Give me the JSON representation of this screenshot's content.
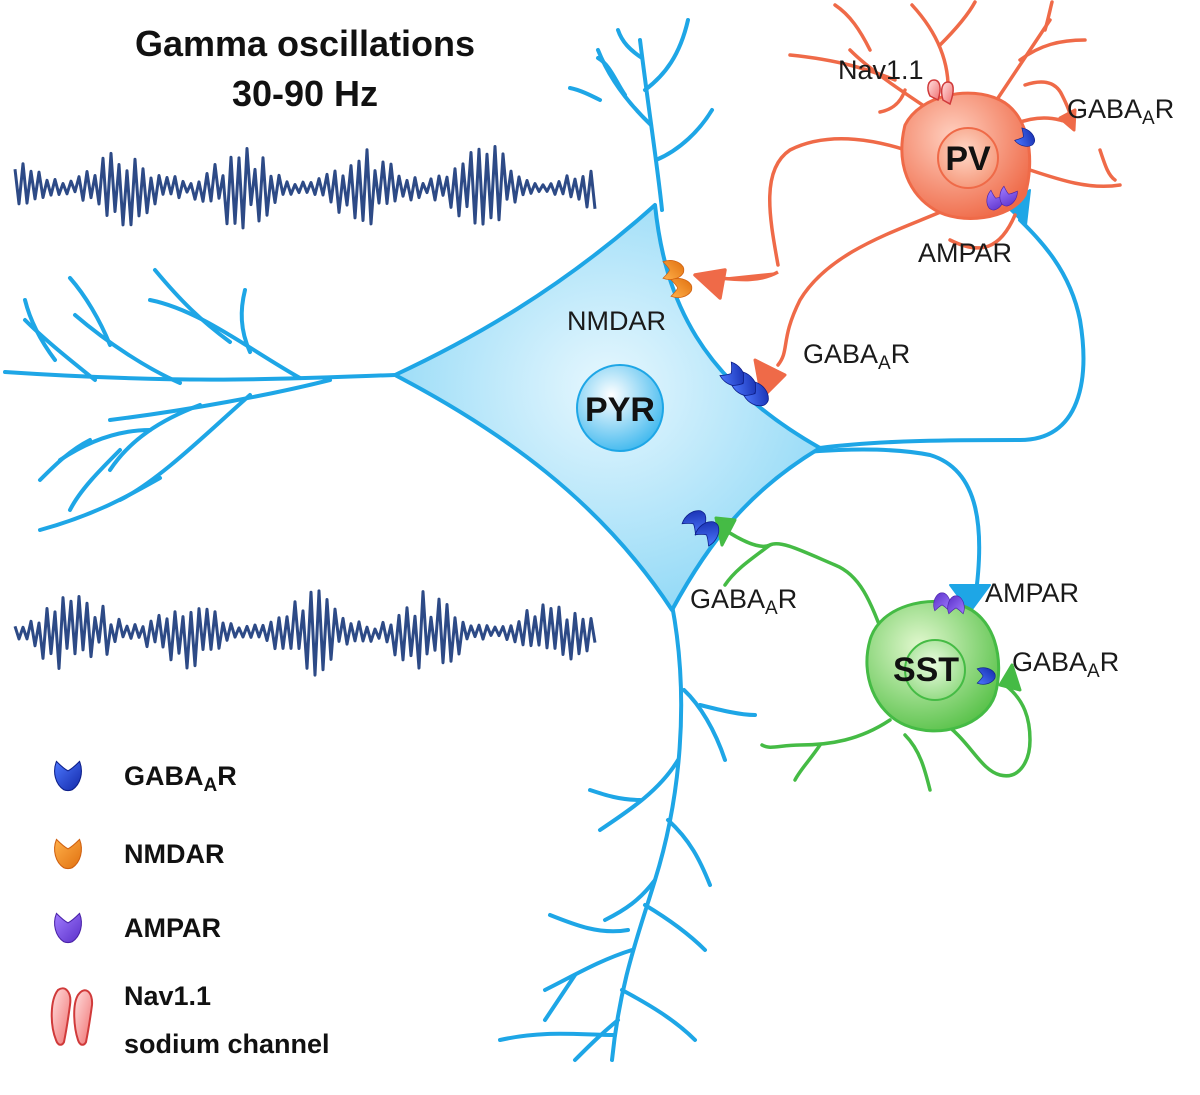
{
  "title": {
    "line1": "Gamma oscillations",
    "line2": "30-90 Hz"
  },
  "cells": {
    "pyr": "PYR",
    "pv": "PV",
    "sst": "SST"
  },
  "labels": {
    "nav11": "Nav1.1",
    "gabaar_base": "GABA",
    "gabaar_sub": "A",
    "gabaar_end": "R",
    "ampar": "AMPAR",
    "nmdar": "NMDAR"
  },
  "legend": {
    "gabaar": {
      "base": "GABA",
      "sub": "A",
      "end": "R"
    },
    "nmdar": "NMDAR",
    "ampar": "AMPAR",
    "nav_line1": "Nav1.1",
    "nav_line2": "sodium channel"
  },
  "colors": {
    "pyramidal": "#1ea6e6",
    "pv": "#ef6a48",
    "sst": "#45bb45",
    "wave": "#2d4a86",
    "gabaar": "#1f3fd0",
    "nmdar": "#f0861f",
    "ampar": "#7a4fe0",
    "nav": "#e04444"
  }
}
